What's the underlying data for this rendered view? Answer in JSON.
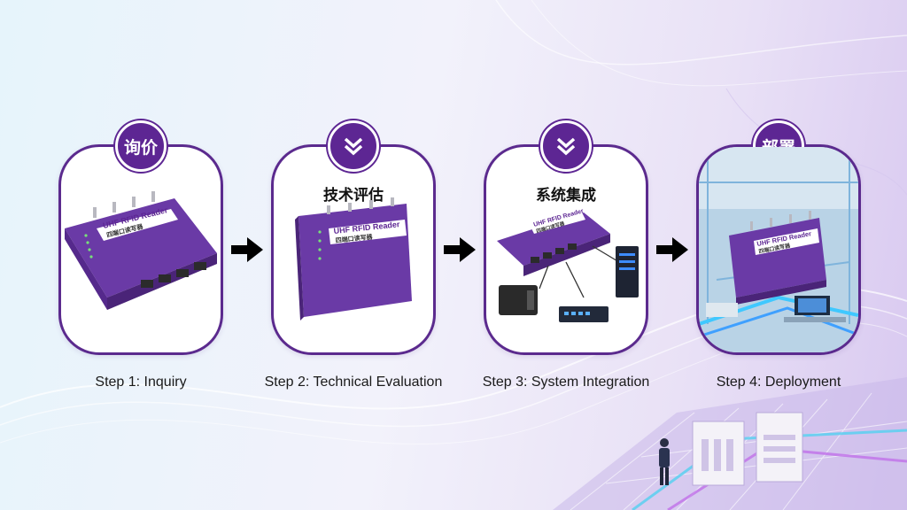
{
  "steps": [
    {
      "badge": "询价",
      "heading": "",
      "label": "Step 1: Inquiry",
      "device_title": "UHF RFID Reader",
      "device_subtitle": "四端口读写器"
    },
    {
      "badge": "",
      "heading": "技术评估",
      "label": "Step 2: Technical Evaluation",
      "device_title": "UHF RFID Reader",
      "device_subtitle": "四端口读写器"
    },
    {
      "badge": "",
      "heading": "系统集成",
      "label": "Step 3: System Integration",
      "device_title": "UHF RFID Reader",
      "device_subtitle": "四端口读写器"
    },
    {
      "badge": "部署",
      "heading": "",
      "label": "Step 4: Deployment",
      "device_title": "UHF RFID Reader",
      "device_subtitle": "四端口读写器"
    }
  ],
  "icons": {
    "step2_badge": "double-chevron-down-icon",
    "step3_badge": "double-chevron-down-icon",
    "arrows": "arrow-right-icon"
  },
  "colors": {
    "accent_purple": "#5d2693",
    "device_purple": "#6a3aa6",
    "arrow": "#000000"
  }
}
